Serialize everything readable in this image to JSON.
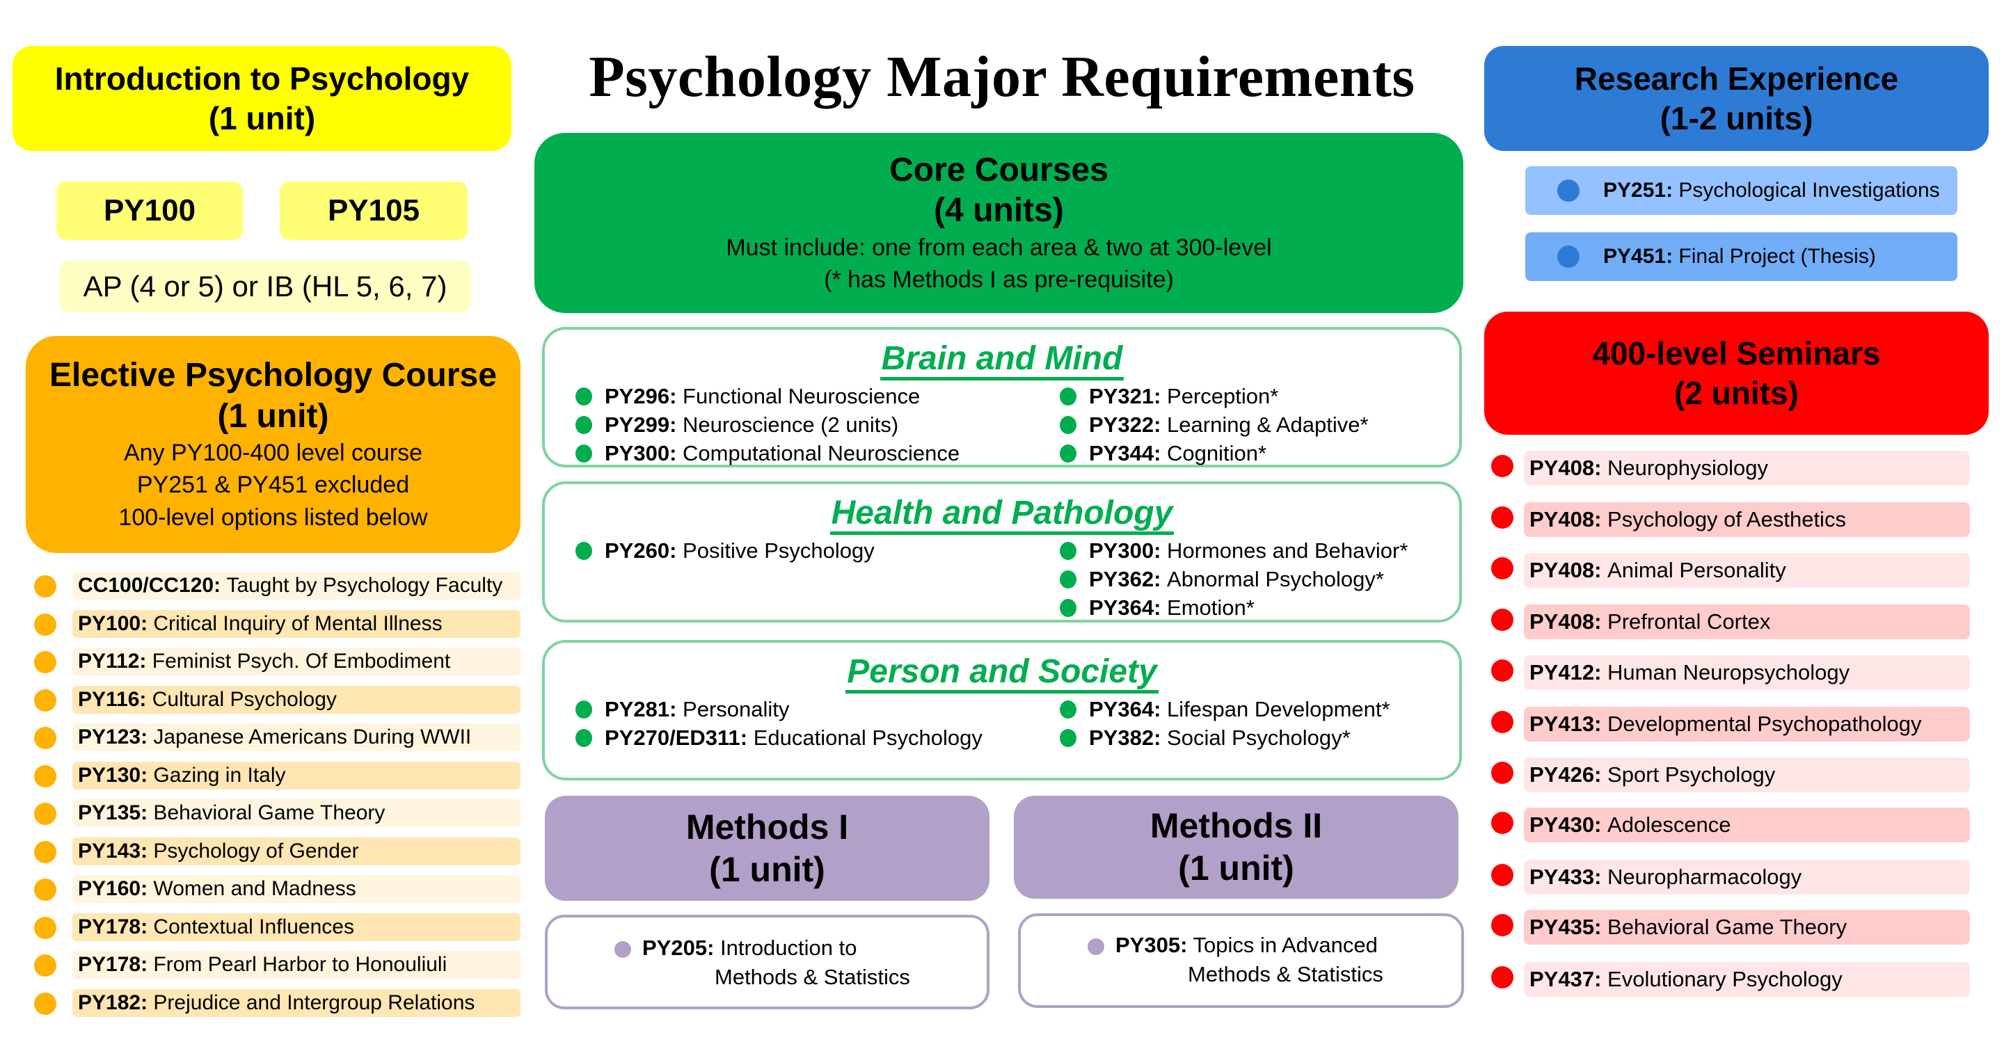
{
  "title": "Psychology Major Requirements",
  "intro": {
    "title": "Introduction to Psychology",
    "units": "(1 unit)",
    "options": [
      "PY100",
      "PY105"
    ],
    "alternative": "AP (4 or 5) or IB (HL 5, 6, 7)",
    "color": "#ffff00"
  },
  "elective": {
    "title": "Elective Psychology Course",
    "units": "(1 unit)",
    "notes": [
      "Any PY100-400 level course",
      "PY251 & PY451 excluded",
      "100-level options listed below"
    ],
    "color": "#ffb200",
    "courses": [
      {
        "code": "CC100/CC120:",
        "name": "Taught by Psychology Faculty"
      },
      {
        "code": "PY100:",
        "name": "Critical Inquiry of Mental Illness"
      },
      {
        "code": "PY112:",
        "name": "Feminist Psych. Of Embodiment"
      },
      {
        "code": "PY116:",
        "name": "Cultural Psychology"
      },
      {
        "code": "PY123:",
        "name": "Japanese Americans During WWII"
      },
      {
        "code": "PY130:",
        "name": "Gazing in Italy"
      },
      {
        "code": "PY135:",
        "name": "Behavioral Game Theory"
      },
      {
        "code": "PY143:",
        "name": "Psychology of Gender"
      },
      {
        "code": "PY160:",
        "name": "Women and Madness"
      },
      {
        "code": "PY178:",
        "name": "Contextual Influences"
      },
      {
        "code": "PY178:",
        "name": "From Pearl Harbor to Honouliuli"
      },
      {
        "code": "PY182:",
        "name": "Prejudice and Intergroup Relations"
      }
    ]
  },
  "core": {
    "title": "Core Courses",
    "units": "(4 units)",
    "notes": [
      "Must include: one from each area & two at 300-level",
      "(* has Methods I as pre-requisite)"
    ],
    "color": "#00ad4f",
    "areas": [
      {
        "title": "Brain and Mind",
        "left": [
          {
            "code": "PY296:",
            "name": "Functional Neuroscience"
          },
          {
            "code": "PY299:",
            "name": "Neuroscience (2 units)"
          },
          {
            "code": "PY300:",
            "name": "Computational Neuroscience"
          }
        ],
        "right": [
          {
            "code": "PY321:",
            "name": "Perception*"
          },
          {
            "code": "PY322:",
            "name": "Learning & Adaptive*"
          },
          {
            "code": "PY344:",
            "name": "Cognition*"
          }
        ]
      },
      {
        "title": "Health and Pathology",
        "left": [
          {
            "code": "PY260:",
            "name": "Positive Psychology"
          }
        ],
        "right": [
          {
            "code": "PY300:",
            "name": "Hormones and Behavior*"
          },
          {
            "code": "PY362:",
            "name": "Abnormal Psychology*"
          },
          {
            "code": "PY364:",
            "name": "Emotion*"
          }
        ]
      },
      {
        "title": "Person and Society",
        "left": [
          {
            "code": "PY281:",
            "name": "Personality"
          },
          {
            "code": "PY270/ED311:",
            "name": "Educational Psychology"
          }
        ],
        "right": [
          {
            "code": "PY364:",
            "name": "Lifespan Development*"
          },
          {
            "code": "PY382:",
            "name": "Social Psychology*"
          }
        ]
      }
    ]
  },
  "methods": [
    {
      "title": "Methods I",
      "units": "(1 unit)",
      "code": "PY205:",
      "name_line1": "Introduction to",
      "name_line2": "Methods & Statistics"
    },
    {
      "title": "Methods II",
      "units": "(1 unit)",
      "code": "PY305:",
      "name_line1": "Topics in Advanced",
      "name_line2": "Methods & Statistics"
    }
  ],
  "research": {
    "title": "Research Experience",
    "units": "(1-2 units)",
    "color": "#2e7bd6",
    "courses": [
      {
        "code": "PY251:",
        "name": "Psychological Investigations"
      },
      {
        "code": "PY451:",
        "name": "Final Project (Thesis)"
      }
    ]
  },
  "seminars": {
    "title": "400-level Seminars",
    "units": "(2 units)",
    "color": "#ff0000",
    "courses": [
      {
        "code": "PY408:",
        "name": "Neurophysiology"
      },
      {
        "code": "PY408:",
        "name": "Psychology of Aesthetics"
      },
      {
        "code": "PY408:",
        "name": "Animal Personality"
      },
      {
        "code": "PY408:",
        "name": "Prefrontal Cortex"
      },
      {
        "code": "PY412:",
        "name": "Human Neuropsychology"
      },
      {
        "code": "PY413:",
        "name": "Developmental Psychopathology"
      },
      {
        "code": "PY426:",
        "name": "Sport Psychology"
      },
      {
        "code": "PY430:",
        "name": "Adolescence"
      },
      {
        "code": "PY433:",
        "name": "Neuropharmacology"
      },
      {
        "code": "PY435:",
        "name": "Behavioral Game Theory"
      },
      {
        "code": "PY437:",
        "name": "Evolutionary Psychology"
      }
    ]
  }
}
